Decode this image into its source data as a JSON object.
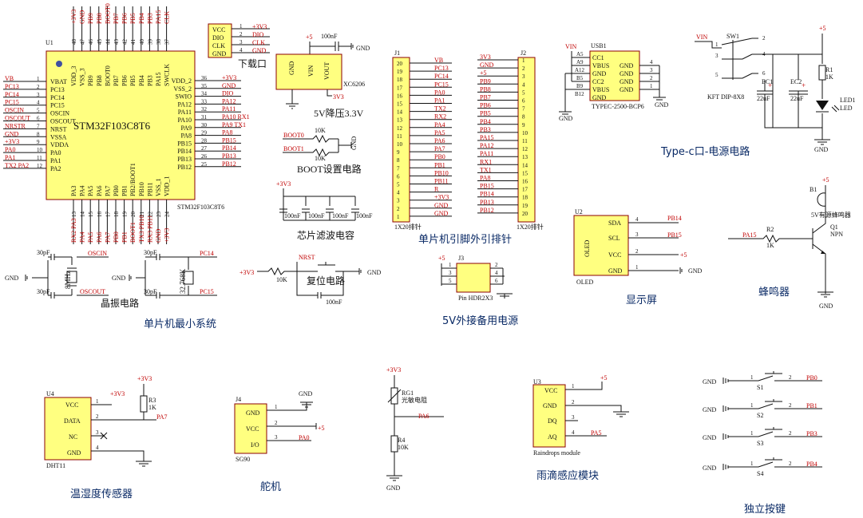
{
  "mcu": {
    "designator": "U1",
    "part": "STM32F103C8T6",
    "part_small": "STM32F103C8T6",
    "left": [
      {
        "net": "VB",
        "pin": "VBAT",
        "n": "1"
      },
      {
        "net": "PC13",
        "pin": "PC13",
        "n": "2"
      },
      {
        "net": "PC14",
        "pin": "PC14",
        "n": "3"
      },
      {
        "net": "PC15",
        "pin": "PC15",
        "n": "4"
      },
      {
        "net": "OSCIN",
        "pin": "OSCIN",
        "n": "5"
      },
      {
        "net": "OSCOUT",
        "pin": "OSCOUT",
        "n": "6"
      },
      {
        "net": "NRSTR",
        "pin": "NRST",
        "n": "7"
      },
      {
        "net": "GND",
        "pin": "VSSA",
        "n": "8"
      },
      {
        "net": "+3V3",
        "pin": "VDDA",
        "n": "9"
      },
      {
        "net": "PA0",
        "pin": "PA0",
        "n": "10"
      },
      {
        "net": "PA1",
        "pin": "PA1",
        "n": "11"
      },
      {
        "net": "TX2 PA2",
        "pin": "PA2",
        "n": "12"
      }
    ],
    "right": [
      {
        "pin": "VDD_2",
        "n": "36",
        "net": "+3V3"
      },
      {
        "pin": "VSS_2",
        "n": "35",
        "net": "GND"
      },
      {
        "pin": "SWIO",
        "n": "34",
        "net": "DIO"
      },
      {
        "pin": "PA12",
        "n": "33",
        "net": "PA12"
      },
      {
        "pin": "PA11",
        "n": "32",
        "net": "PA11"
      },
      {
        "pin": "PA10",
        "n": "31",
        "net": "PA10 RX1"
      },
      {
        "pin": "PA9",
        "n": "30",
        "net": "PA9 TX1"
      },
      {
        "pin": "PA8",
        "n": "29",
        "net": "PA8"
      },
      {
        "pin": "PB15",
        "n": "28",
        "net": "PB15"
      },
      {
        "pin": "PB14",
        "n": "27",
        "net": "PB14"
      },
      {
        "pin": "PB13",
        "n": "26",
        "net": "PB13"
      },
      {
        "pin": "PB12",
        "n": "25",
        "net": "PB12"
      }
    ],
    "top": [
      {
        "net": "+3V3",
        "pin": "VDD_3",
        "n": "48"
      },
      {
        "net": "GND",
        "pin": "VSS_3",
        "n": "47"
      },
      {
        "net": "PB9",
        "pin": "PB9",
        "n": "46"
      },
      {
        "net": "PB8",
        "pin": "PB8",
        "n": "45"
      },
      {
        "net": "BOOT0",
        "pin": "BOOT0",
        "n": "44"
      },
      {
        "net": "PB7",
        "pin": "PB7",
        "n": "43"
      },
      {
        "net": "PB6",
        "pin": "PB6",
        "n": "42"
      },
      {
        "net": "PB5",
        "pin": "PB5",
        "n": "41"
      },
      {
        "net": "PB4",
        "pin": "PB4",
        "n": "40"
      },
      {
        "net": "PB3",
        "pin": "PB3",
        "n": "39"
      },
      {
        "net": "PA15",
        "pin": "PA15",
        "n": "38"
      },
      {
        "net": "CLK",
        "pin": "SWCLK",
        "n": "37"
      }
    ],
    "bottom": [
      {
        "net": "RX2 PA3",
        "pin": "PA3",
        "n": "13"
      },
      {
        "net": "PA4",
        "pin": "PA4",
        "n": "14"
      },
      {
        "net": "PA5",
        "pin": "PA5",
        "n": "15"
      },
      {
        "net": "PA6",
        "pin": "PA6",
        "n": "16"
      },
      {
        "net": "PA7",
        "pin": "PA7",
        "n": "17"
      },
      {
        "net": "PB0",
        "pin": "PB0",
        "n": "18"
      },
      {
        "net": "PB1",
        "pin": "PB1",
        "n": "19"
      },
      {
        "net": "BOOT1",
        "pin": "PB2/BOOT1",
        "n": "20"
      },
      {
        "net": "TX3 PB10",
        "pin": "PB10",
        "n": "21"
      },
      {
        "net": "RX3 PB11",
        "pin": "PB11",
        "n": "22"
      },
      {
        "net": "GND",
        "pin": "VSS_1",
        "n": "23"
      },
      {
        "net": "+3V3",
        "pin": "VDD_1",
        "n": "24"
      }
    ]
  },
  "download": {
    "pins": [
      "VCC",
      "DIO",
      "CLK",
      "GND"
    ],
    "nums": [
      "1",
      "2",
      "3",
      "4"
    ],
    "nets": [
      "+3V3",
      "DIO",
      "CLK",
      "GND"
    ],
    "title": "下载口"
  },
  "ldo": {
    "plus": "+5",
    "cap": "100nF",
    "gnd": "GND",
    "pin_gnd": "GND",
    "pin_vin": "VIN",
    "pin_vout": "VOUT",
    "part": "XC6206",
    "out": "3V3",
    "title": "5V降压3.3V"
  },
  "boot": {
    "r1": "10K",
    "r2": "10K",
    "n0": "BOOT0",
    "n1": "BOOT1",
    "gnd": "GND",
    "title": "BOOT设置电路"
  },
  "filter": {
    "net": "+3V3",
    "caps": [
      "100nF",
      "100nF",
      "100nF",
      "100nF"
    ],
    "title": "芯片滤波电容"
  },
  "reset": {
    "vcc": "+3V3",
    "r": "10K",
    "net": "NRST",
    "cap": "100nF",
    "gnd": "GND",
    "title": "复位电路"
  },
  "crystal": {
    "c1": "30pF",
    "c2": "30pF",
    "c3": "30pF",
    "c4": "30pF",
    "x1": "8MHz",
    "x2": "32.768K",
    "oscin": "OSCIN",
    "oscout": "OSCOUT",
    "pc14": "PC14",
    "pc15": "PC15",
    "gnd": "GND",
    "title": "晶振电路"
  },
  "min_title": "单片机最小系统",
  "j1": {
    "ref": "J1",
    "part": "1X20排针",
    "nums": [
      "20",
      "19",
      "18",
      "17",
      "16",
      "15",
      "14",
      "13",
      "12",
      "11",
      "10",
      "9",
      "8",
      "7",
      "6",
      "5",
      "4",
      "3",
      "2",
      "1"
    ],
    "nets": [
      "VB",
      "PC13",
      "PC14",
      "PC15",
      "PA0",
      "PA1",
      "TX2",
      "RX2",
      "PA4",
      "PA5",
      "PA6",
      "PA7",
      "PB0",
      "PB1",
      "PB10",
      "PB11",
      "R",
      "+3V3",
      "GND",
      "GND"
    ]
  },
  "j2": {
    "ref": "J2",
    "part": "1X20排针",
    "nums": [
      "1",
      "2",
      "3",
      "4",
      "5",
      "6",
      "7",
      "8",
      "9",
      "10",
      "11",
      "12",
      "13",
      "14",
      "15",
      "16",
      "17",
      "18",
      "19",
      "20"
    ],
    "nets": [
      "3V3",
      "GND",
      "+5",
      "PB9",
      "PB8",
      "PB7",
      "PB6",
      "PB5",
      "PB4",
      "PB3",
      "PA15",
      "PA12",
      "PA11",
      "RX1",
      "TX1",
      "PA8",
      "PB15",
      "PB14",
      "PB13",
      "PB12"
    ]
  },
  "header_title": "单片机引脚外引排针",
  "usb": {
    "ref": "USB1",
    "vin": "VIN",
    "lpins": [
      "A5",
      "A9",
      "A12",
      "B5",
      "B9",
      "B12"
    ],
    "lnames": [
      "CC1",
      "VBUS",
      "GND",
      "CC2",
      "VBUS",
      "GND"
    ],
    "rnames": [
      "GND",
      "GND",
      "GND",
      "GND"
    ],
    "rnums": [
      "4",
      "3",
      "2",
      "1"
    ],
    "part": "TYPEC-2500-BCP6",
    "gnd": "GND",
    "gnd2": "GND"
  },
  "power": {
    "vin": "VIN",
    "sw": "SW1",
    "sw_part": "KFT DIP-8X8",
    "pins": [
      "1",
      "2",
      "3",
      "4",
      "5",
      "6"
    ],
    "plus": "+5",
    "r1": "R1",
    "r1v": "1K",
    "ec1": "EC1",
    "ec2": "EC2",
    "ec1v": "22uF",
    "ec2v": "22uF",
    "led": "LED1",
    "led2": "LED",
    "gnd": "GND",
    "title": "Type-c口-电源电路"
  },
  "buzzer": {
    "plus": "+5",
    "b": "B1",
    "bpart": "5V有源蜂鸣器",
    "q": "Q1",
    "qpart": "NPN",
    "r": "R2",
    "rv": "1K",
    "net": "PA15",
    "gnd": "GND",
    "title": "蜂鸣器"
  },
  "oled": {
    "ref": "U2",
    "part": "OLED",
    "part2": "OLED",
    "pins": [
      "SDA",
      "SCL",
      "VCC",
      "GND"
    ],
    "nums": [
      "4",
      "3",
      "2",
      "1"
    ],
    "nets": [
      "PB14",
      "PB15",
      "+5",
      "GND"
    ],
    "title": "显示屏"
  },
  "j3": {
    "ref": "J3",
    "plus": "+5",
    "lnums": [
      "1",
      "3",
      "5"
    ],
    "rnums": [
      "2",
      "4",
      "6"
    ],
    "part": "Pin HDR2X3",
    "title": "5V外接备用电源"
  },
  "dht": {
    "ref": "U4",
    "part": "DHT11",
    "pins": [
      "VCC",
      "DATA",
      "NC",
      "GND"
    ],
    "nums": [
      "1",
      "2",
      "3",
      "4"
    ],
    "vcc": "+3V3",
    "r": "R3",
    "rv": "1K",
    "rvcc": "+3V3",
    "net": "PA7",
    "title": "温湿度传感器"
  },
  "servo": {
    "ref": "J4",
    "part": "SG90",
    "pins": [
      "GND",
      "VCC",
      "I/O"
    ],
    "nums": [
      "1",
      "2",
      "3"
    ],
    "gnd": "GND",
    "plus": "+5",
    "net": "PA0",
    "title": "舵机"
  },
  "ldr": {
    "vcc": "+3V3",
    "rg": "RG1",
    "rgname": "光敏电阻",
    "r4": "R4",
    "r4v": "10K",
    "net": "PA6",
    "gnd": "GND"
  },
  "rain": {
    "ref": "U3",
    "part": "Raindrops module",
    "pins": [
      "VCC",
      "GND",
      "DQ",
      "AQ"
    ],
    "nums": [
      "1",
      "2",
      "3",
      "4"
    ],
    "plus": "+5",
    "net": "PA5",
    "title": "雨滴感应模块"
  },
  "keys": {
    "refs": [
      "S1",
      "S2",
      "S3",
      "S4"
    ],
    "nets": [
      "PB0",
      "PB1",
      "PB3",
      "PB4"
    ],
    "gnd": "GND",
    "title": "独立按键"
  }
}
